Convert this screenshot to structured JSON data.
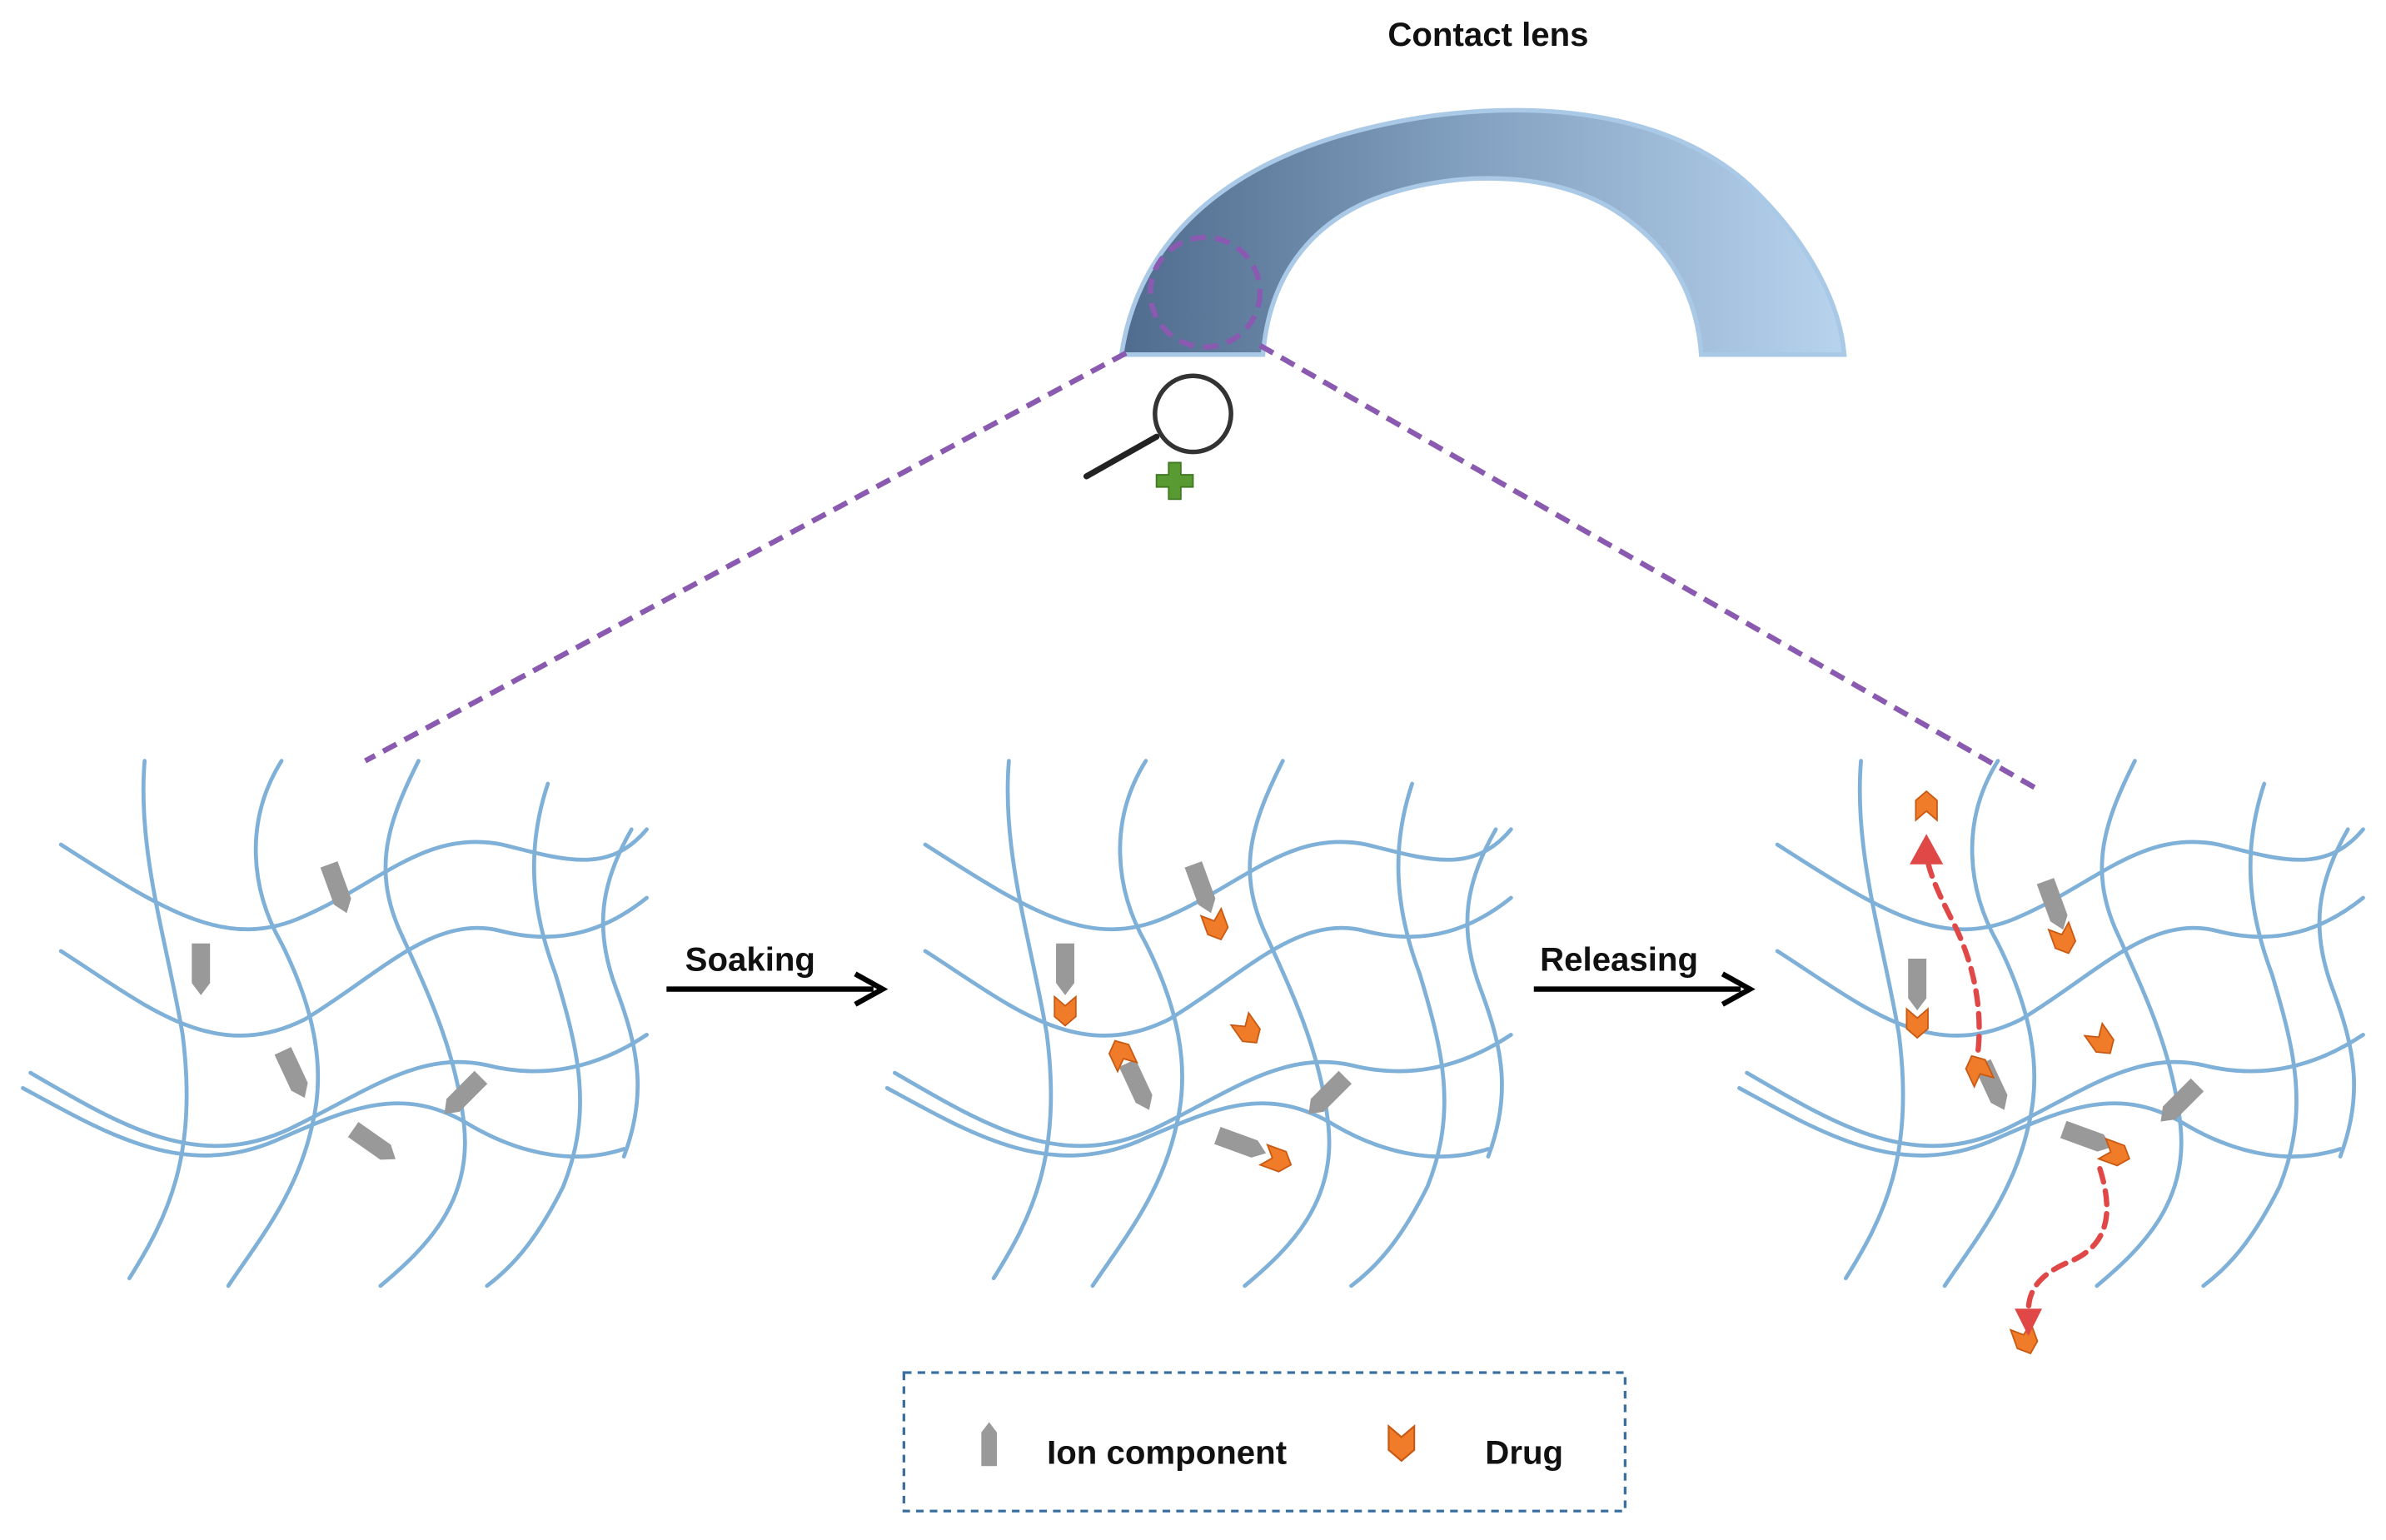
{
  "labels": {
    "contact_lens": "Contact lens",
    "soaking": "Soaking",
    "releasing": "Releasing"
  },
  "legend": {
    "ion_component": "Ion component",
    "drug": "Drug"
  },
  "colors": {
    "lens_dark": "#4f6b8d",
    "lens_light": "#b8d3ee",
    "lens_edge": "#a9c9e6",
    "network_fiber": "#7fb0d8",
    "zoom_dash": "#8a5ab0",
    "ion_component": "#999999",
    "drug": "#f07c2a",
    "release_path": "#e04848",
    "legend_border": "#3a6fa0",
    "magnifier_plus": "#5a9a32"
  },
  "icons": [
    "magnifier-zoom-icon",
    "arrow-right-icon",
    "ion-component-icon",
    "drug-icon"
  ]
}
